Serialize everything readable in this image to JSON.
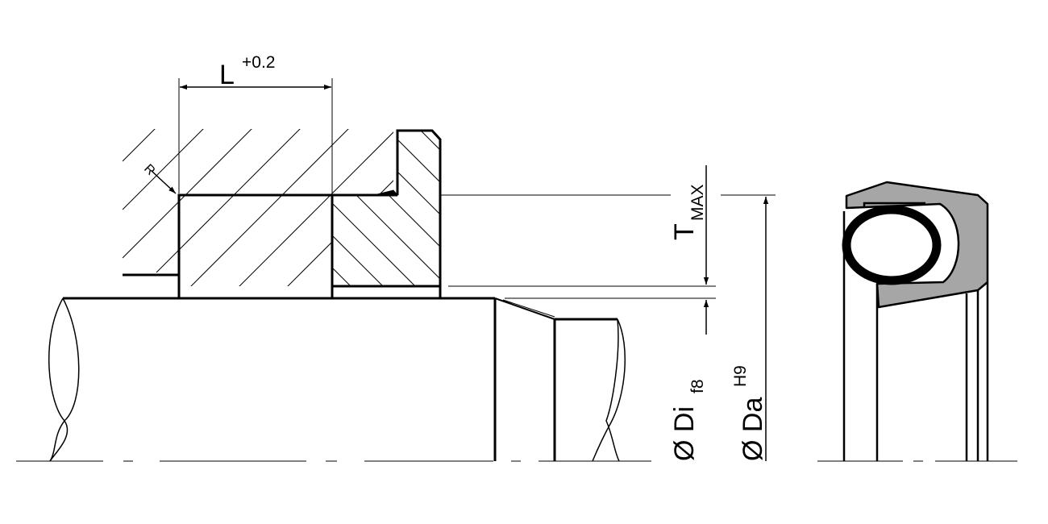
{
  "labels": {
    "length_symbol": "L",
    "length_tolerance": "+0.2",
    "radius_symbol": "R",
    "gap_symbol": "T",
    "gap_subscript": "MAX",
    "inner_dia_symbol": "Ø Di",
    "inner_dia_tolerance": "f8",
    "outer_dia_symbol": "Ø Da",
    "outer_dia_tolerance": "H9"
  },
  "colors": {
    "line": "#000000",
    "seal_fill": "#a6a6a6",
    "background": "#ffffff"
  }
}
